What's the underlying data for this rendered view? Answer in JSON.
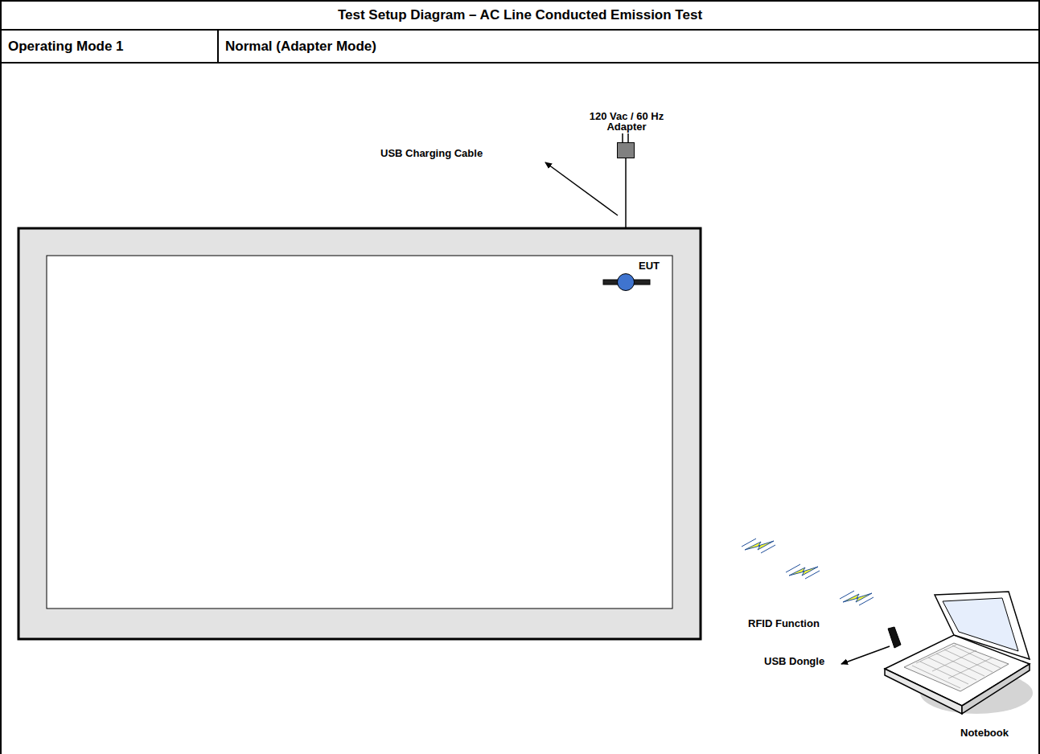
{
  "diagram": {
    "title": "Test Setup Diagram – AC Line Conducted Emission Test",
    "nodes": [
      {
        "text": [
          "Operating Mode 1"
        ]
      },
      {
        "text": [
          "Normal (Adapter Mode)"
        ]
      },
      {
        "text": [
          "120 Vac / 60 Hz Adapter"
        ]
      },
      {
        "text": [
          "EUT"
        ]
      },
      {
        "text": [
          "Notebook"
        ]
      }
    ],
    "edges": [
      {
        "from": 2,
        "to": 3,
        "arrow": "none"
      }
    ],
    "labels": [
      "USB Charging Cable",
      "RFID Function",
      "USB Dongle"
    ]
  }
}
